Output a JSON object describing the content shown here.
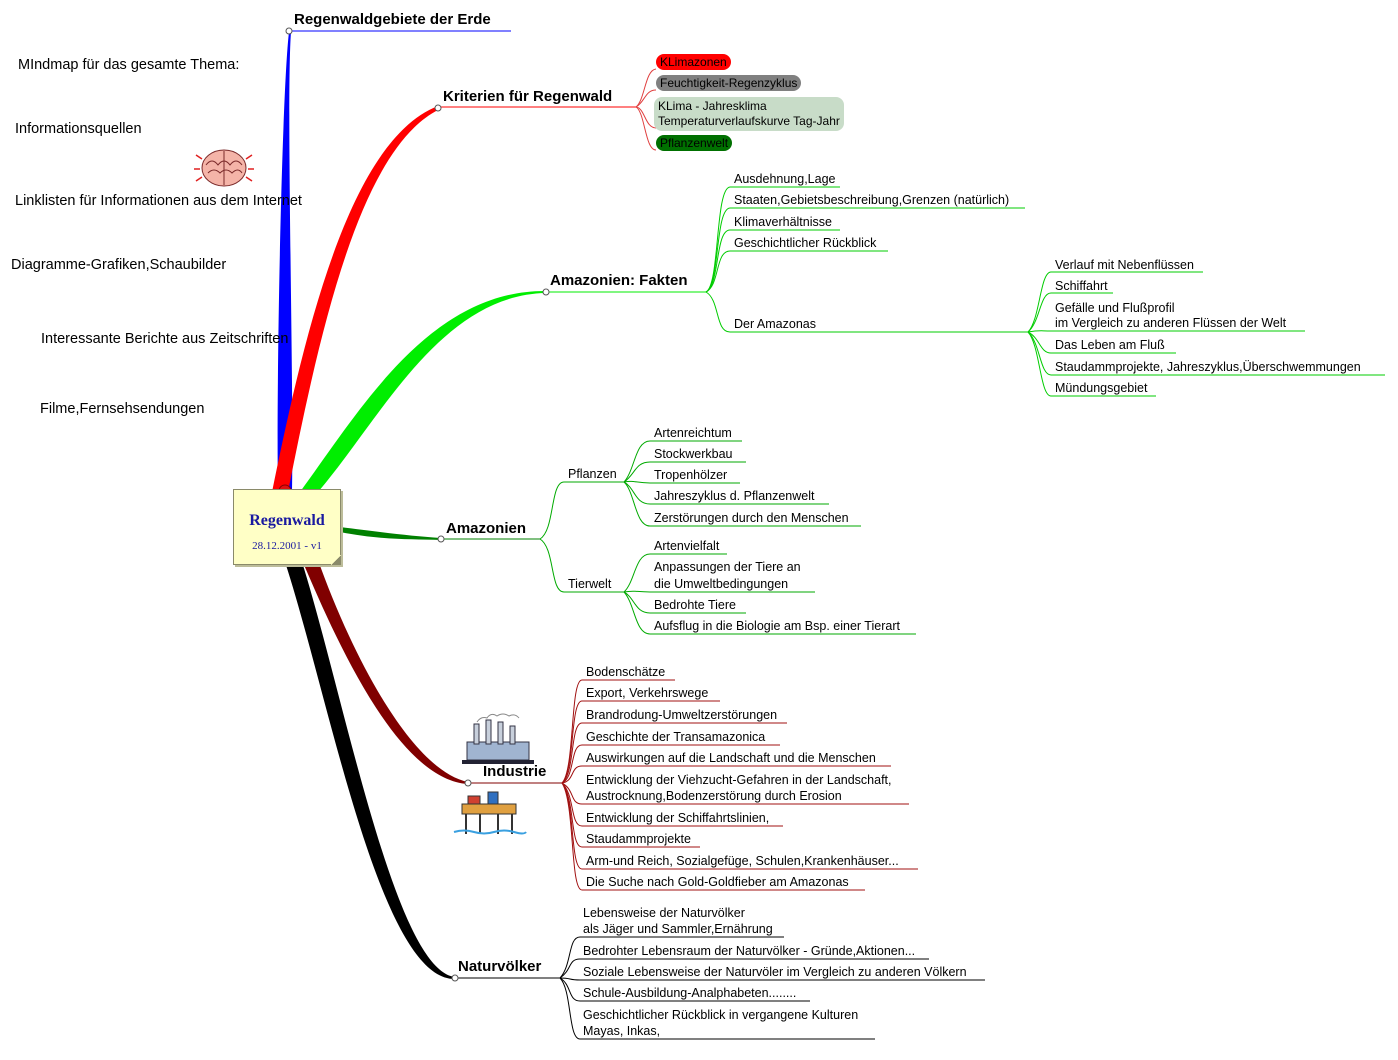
{
  "central": {
    "title": "Regenwald",
    "date": "28.12.2001 - v1"
  },
  "branches": {
    "gebiete": {
      "label": "Regenwaldgebiete der Erde",
      "color": "#0000ff"
    },
    "kriterien": {
      "label": "Kriterien für Regenwald",
      "color": "#ff0000",
      "items": [
        {
          "text": "KLimazonen",
          "bg": "#ff0000"
        },
        {
          "text": "Feuchtigkeit-Regenzyklus",
          "bg": "#808080"
        },
        {
          "text": "KLima - Jahresklima",
          "text2": "Temperaturverlaufskurve Tag-Jahr",
          "bg": "#c8dcc8"
        },
        {
          "text": "Pflanzenwelt",
          "bg": "#007000"
        }
      ]
    },
    "fakten": {
      "label": "Amazonien: Fakten",
      "color": "#00ee00",
      "items": [
        "Ausdehnung,Lage",
        "Staaten,Gebietsbeschreibung,Grenzen (natürlich)",
        "Klimaverhältnisse",
        "Geschichtlicher Rückblick",
        "Der Amazonas"
      ],
      "amazonas": [
        "Verlauf mit Nebenflüssen",
        "Schiffahrt",
        "Gefälle und Flußprofil",
        "im Vergleich zu anderen Flüssen der Welt",
        "Das Leben am Fluß",
        "Staudammprojekte, Jahreszyklus,Überschwemmungen",
        "Mündungsgebiet"
      ]
    },
    "amazonien": {
      "label": "Amazonien",
      "color": "#008000",
      "pflanzen": {
        "label": "Pflanzen",
        "items": [
          "Artenreichtum",
          "Stockwerkbau",
          "Tropenhölzer",
          "Jahreszyklus d. Pflanzenwelt",
          "Zerstörungen durch den Menschen"
        ]
      },
      "tierwelt": {
        "label": "Tierwelt",
        "items": [
          "Artenvielfalt",
          "Anpassungen der Tiere an",
          "die Umweltbedingungen",
          "Bedrohte Tiere",
          "Aufsflug in die Biologie am Bsp. einer Tierart"
        ]
      }
    },
    "industrie": {
      "label": "Industrie",
      "color": "#800000",
      "items": [
        "Bodenschätze",
        "Export, Verkehrswege",
        "Brandrodung-Umweltzerstörungen",
        "Geschichte der Transamazonica",
        "Auswirkungen auf die Landschaft und die Menschen",
        "Entwicklung der Viehzucht-Gefahren in der Landschaft,",
        " Austrocknung,Bodenzerstörung durch Erosion",
        "Entwicklung der Schiffahrtslinien,",
        "Staudammprojekte",
        "Arm-und Reich, Sozialgefüge, Schulen,Krankenhäuser...",
        "Die Suche nach Gold-Goldfieber am Amazonas"
      ]
    },
    "naturvoelker": {
      "label": "Naturvölker",
      "color": "#000000",
      "items": [
        "Lebensweise der Naturvölker",
        "als Jäger und Sammler,Ernährung",
        "Bedrohter Lebensraum der Naturvölker - Gründe,Aktionen...",
        "Soziale Lebensweise der Naturvöler im Vergleich zu anderen Völkern",
        "Schule-Ausbildung-Analphabeten........",
        "Geschichtlicher Rückblick in vergangene Kulturen",
        "Mayas, Inkas,"
      ]
    }
  },
  "notes": [
    "MIndmap für das gesamte Thema:",
    "Informationsquellen",
    "Linklisten für Informationen aus dem Internet",
    "Diagramme-Grafiken,Schaubilder",
    "Interessante Berichte aus Zeitschriften",
    "Filme,Fernsehsendungen"
  ],
  "icons": [
    "brain-icon",
    "factory-icon",
    "oil-platform-icon"
  ]
}
